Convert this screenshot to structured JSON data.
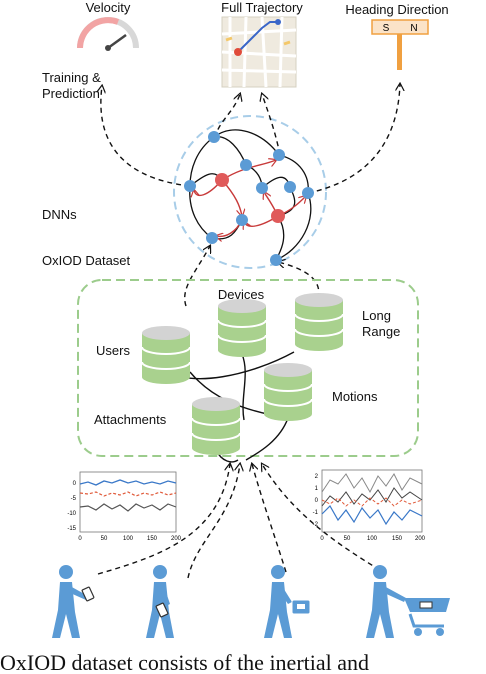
{
  "outputs": {
    "velocity": "Velocity",
    "trajectory": "Full Trajectory",
    "heading": "Heading Direction",
    "heading_sign_s": "S",
    "heading_sign_n": "N"
  },
  "labels": {
    "training": "Training &",
    "prediction": "Prediction",
    "dnns": "DNNs",
    "dataset": "OxIOD Dataset"
  },
  "dataset": {
    "devices": "Devices",
    "long": "Long",
    "range": "Range",
    "users": "Users",
    "motions": "Motions",
    "attachments": "Attachments"
  },
  "plot_left": {
    "yticks": [
      "0",
      "-5",
      "-10",
      "-15"
    ],
    "xticks": [
      "0",
      "50",
      "100",
      "150",
      "200"
    ]
  },
  "plot_right": {
    "yticks": [
      "2",
      "1",
      "0",
      "-1",
      "-2"
    ],
    "xticks": [
      "0",
      "50",
      "100",
      "150",
      "200"
    ]
  },
  "caption": "OxIOD dataset consists of the inertial and",
  "colors": {
    "node_blue": "#5b9bd5",
    "node_red": "#e05a5a",
    "dataset_border": "#9ccc8c",
    "cylinder": "#a9d18e",
    "dnn_circle": "#a8cde8",
    "figure": "#5b9bd5",
    "sign": "#f0a040"
  }
}
